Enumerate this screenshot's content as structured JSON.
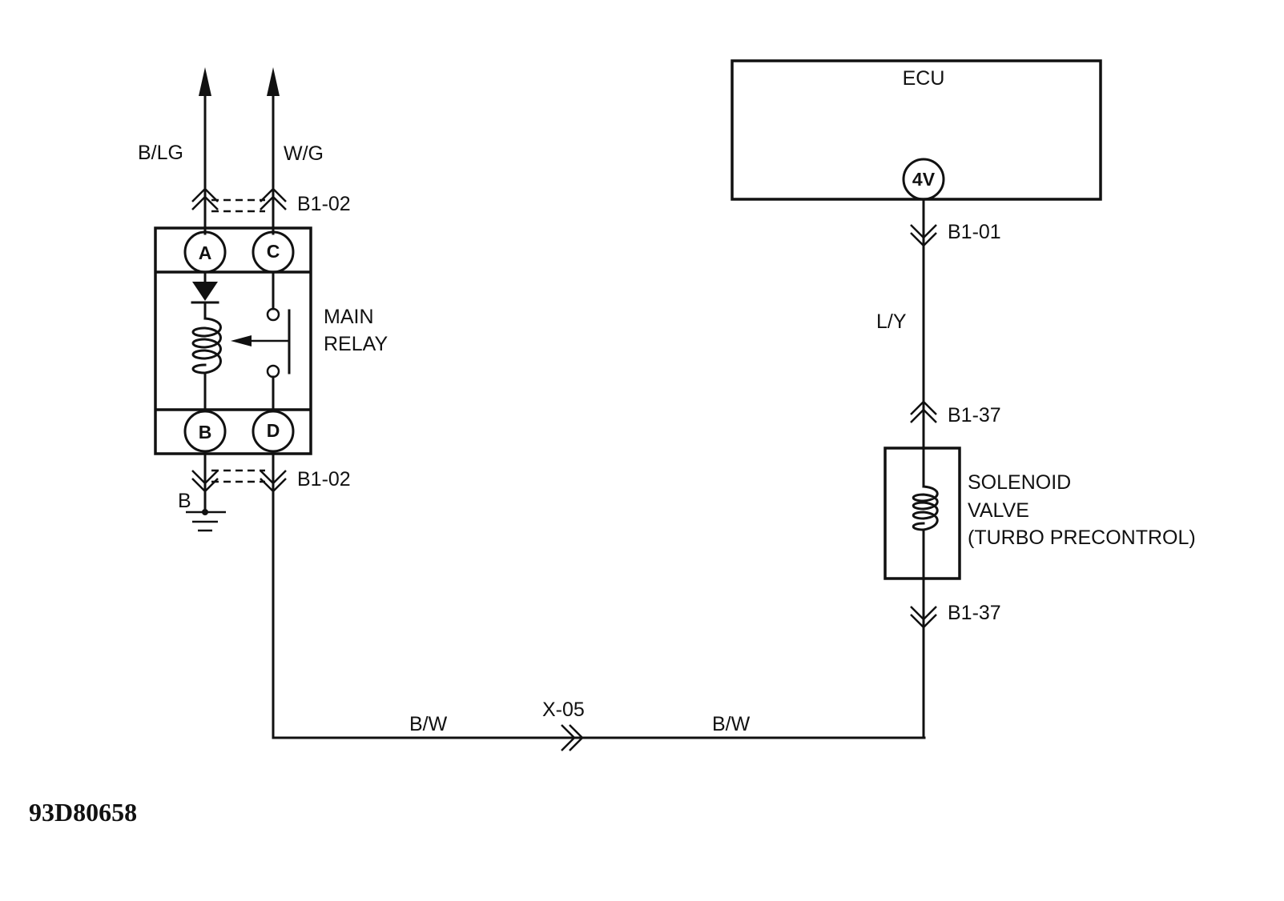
{
  "wire_colors": {
    "relay_a": "B/LG",
    "relay_c": "W/G",
    "ground": "B",
    "ecu_solenoid": "L/Y",
    "return_left": "B/W",
    "return_right": "B/W"
  },
  "connectors": {
    "relay_top": "B1-02",
    "relay_bottom": "B1-02",
    "ecu": "B1-01",
    "solenoid_top": "B1-37",
    "solenoid_bottom": "B1-37",
    "splice": "X-05"
  },
  "components": {
    "ecu": {
      "label": "ECU",
      "terminal": "4V"
    },
    "relay": {
      "line1": "MAIN",
      "line2": "RELAY",
      "terminals": [
        "A",
        "C",
        "B",
        "D"
      ]
    },
    "solenoid": {
      "line1": "SOLENOID",
      "line2": "VALVE",
      "line3": "(TURBO PRECONTROL)"
    }
  },
  "figure_id": "93D80658"
}
